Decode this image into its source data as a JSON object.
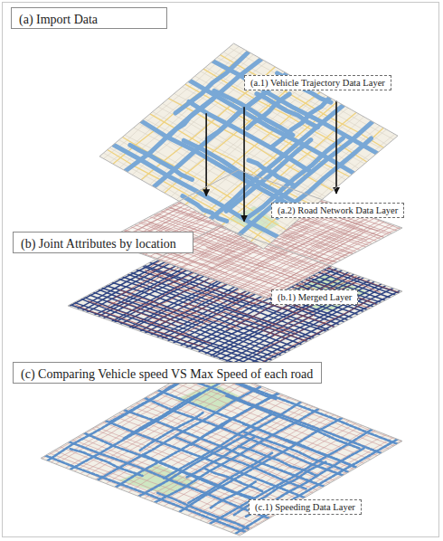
{
  "diagram": {
    "nodes": [
      {
        "text": [
          "(a) Import Data"
        ]
      },
      {
        "text": [
          "(a.1) Vehicle Trajectory Data Layer"
        ]
      },
      {
        "text": [
          "(a.2) Road Network Data Layer"
        ]
      },
      {
        "text": [
          "(b) Joint Attributes by location"
        ]
      },
      {
        "text": [
          "(b.1) Merged Layer"
        ]
      },
      {
        "text": [
          "(c) Comparing Vehicle speed VS Max Speed of each road"
        ]
      },
      {
        "text": [
          "(c.1) Speeding Data Layer"
        ]
      }
    ],
    "edges": [
      {
        "from": 1,
        "to": 2,
        "arrow": "to"
      },
      {
        "from": 1,
        "to": 2,
        "arrow": "to"
      },
      {
        "from": 1,
        "to": 2,
        "arrow": "to"
      }
    ]
  }
}
